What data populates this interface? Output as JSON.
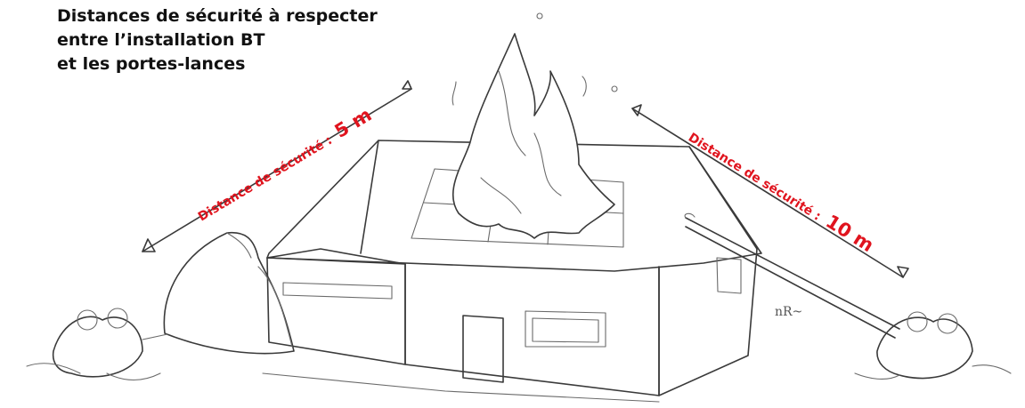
{
  "title": {
    "line1": "Distances de sécurité à respecter",
    "line2": "entre l’installation BT",
    "line3": "et les portes-lances"
  },
  "left_distance": {
    "prefix": "Distance de sécurité :",
    "value": "5 m"
  },
  "right_distance": {
    "prefix": "Distance de sécurité :",
    "value": "10 m"
  },
  "signature": "nR~",
  "colors": {
    "title_text": "#111111",
    "distance_label": "#e0141e",
    "sketch_stroke": "#3a3a3a",
    "background": "#ffffff"
  }
}
